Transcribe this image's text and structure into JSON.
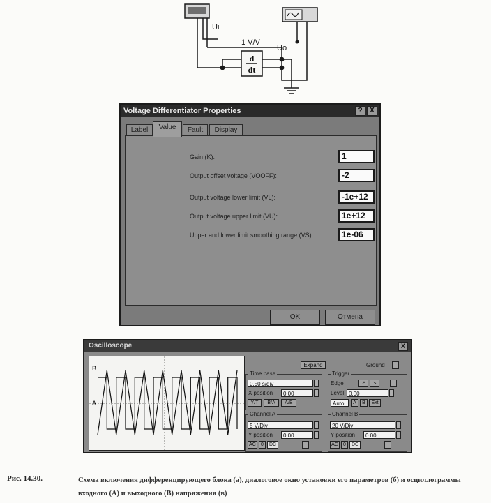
{
  "circuit": {
    "gain_label": "1 V/V",
    "input_node": "Ui",
    "output_node": "Uo",
    "block_numerator": "d",
    "block_denominator": "dt"
  },
  "dialog": {
    "title": "Voltage Differentiator Properties",
    "help_button": "?",
    "close_button": "X",
    "tabs": [
      {
        "label": "Label",
        "active": false
      },
      {
        "label": "Value",
        "active": true
      },
      {
        "label": "Fault",
        "active": false
      },
      {
        "label": "Display",
        "active": false
      }
    ],
    "params": [
      {
        "label": "Gain (K):",
        "value": "1"
      },
      {
        "label": "Output offset voltage (VOOFF):",
        "value": "-2"
      },
      {
        "label": "Output voltage lower limit (VL):",
        "value": "-1e+12"
      },
      {
        "label": "Output voltage upper limit (VU):",
        "value": "1e+12"
      },
      {
        "label": "Upper and lower limit smoothing range (VS):",
        "value": "1e-06"
      }
    ],
    "ok_label": "OK",
    "cancel_label": "Отмена"
  },
  "oscilloscope": {
    "title": "Oscilloscope",
    "close_button": "X",
    "expand_label": "Expand",
    "ground_label": "Ground",
    "trace_labels": {
      "b": "B",
      "a": "A"
    },
    "time_base": {
      "title": "Time base",
      "scale": "0.50 s/div",
      "x_position_label": "X position",
      "x_position": "0.00",
      "buttons": [
        "Y/T",
        "B/A",
        "A/B"
      ]
    },
    "trigger": {
      "title": "Trigger",
      "edge_label": "Edge",
      "level_label": "Level",
      "level": "0.00",
      "mode": "Auto",
      "buttons": [
        "A",
        "B",
        "Ext"
      ]
    },
    "channel_a": {
      "title": "Channel A",
      "scale": "5 V/Div",
      "y_position_label": "Y position",
      "y_position": "0.00",
      "coupling": [
        "AC",
        "0",
        "DC"
      ]
    },
    "channel_b": {
      "title": "Channel B",
      "scale": "20 V/Div",
      "y_position_label": "Y position",
      "y_position": "0.00",
      "coupling": [
        "AC",
        "0",
        "DC"
      ]
    }
  },
  "caption": {
    "label": "Рис. 14.30.",
    "text": "Схема включения дифференцирующего блока (а), диалоговое окно установки его параметров (б) и осциллограммы входного (A) и выходного (B) напряжения (в)"
  }
}
